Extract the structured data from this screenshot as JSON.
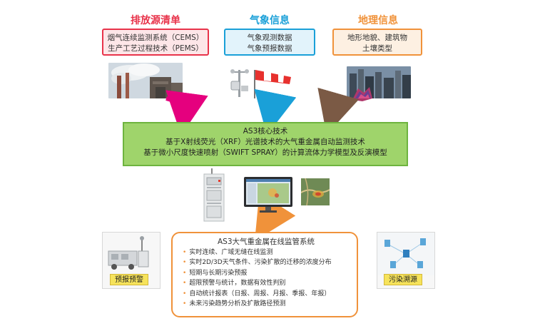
{
  "sections": {
    "emissions": {
      "title": "排放源清单",
      "title_color": "#e8334a",
      "border_color": "#e8334a",
      "fill_color": "#fde6e8",
      "lines": [
        "烟气连续监测系统（CEMS）",
        "生产工艺过程技术（PEMS）"
      ]
    },
    "weather": {
      "title": "气象信息",
      "title_color": "#1aa0d8",
      "border_color": "#1aa0d8",
      "fill_color": "#e2f3fb",
      "lines": [
        "气象观测数据",
        "气象预报数据"
      ]
    },
    "geo": {
      "title": "地理信息",
      "title_color": "#f0923a",
      "border_color": "#f0923a",
      "fill_color": "#fdf0e2",
      "lines": [
        "地形地貌、建筑物",
        "土壤类型"
      ]
    }
  },
  "core": {
    "title": "AS3核心技术",
    "lines": [
      "基于X射线荧光（XRF）光谱技术的大气重金属自动监测技术",
      "基于微小尺度快速喷射（SWIFT SPRAY）的计算流体力学模型及反演模型"
    ]
  },
  "system": {
    "title": "AS3大气重金属在线监管系统",
    "bullets": [
      "实时连续、广域无缝在线监测",
      "实时2D/3D天气条件、污染扩散的迁移的浓度分布",
      "短期与长期污染预报",
      "超限预警与统计，数据有效性判别",
      "自动统计报表（日报、周报、月报、季报、年报）",
      "未来污染趋势分析及扩散路径预测"
    ]
  },
  "side_labels": {
    "left": "预报预警",
    "right": "污染溯源"
  },
  "arrow_colors": {
    "emissions": "#e5007e",
    "weather": "#1aa0d8",
    "geo": "#7b5a45",
    "output": "#f0923a"
  }
}
